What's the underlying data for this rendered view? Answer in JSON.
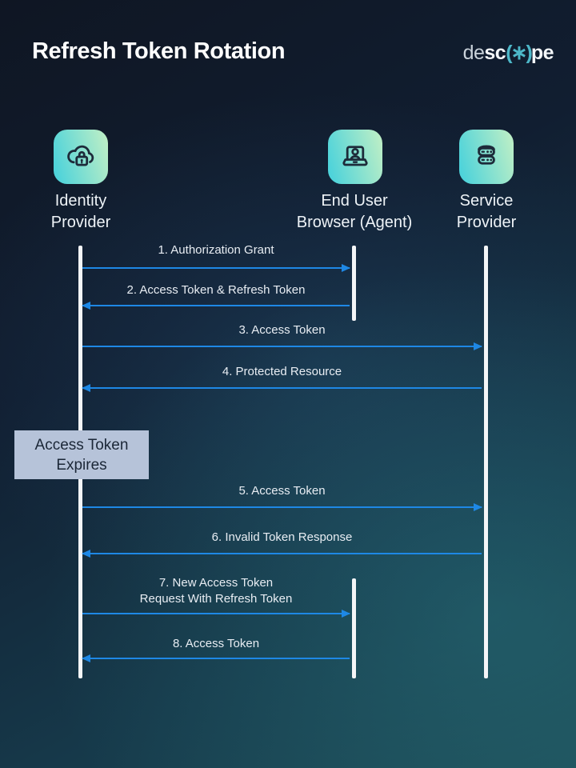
{
  "header": {
    "title": "Refresh Token Rotation",
    "logo": {
      "part_light": "de",
      "part_bold1": "sc",
      "icon": "(∗)",
      "part_bold2": "pe"
    }
  },
  "actors": [
    {
      "id": "identity-provider",
      "icon": "cloud-lock-icon",
      "lines": [
        "Identity",
        "Provider"
      ]
    },
    {
      "id": "end-user-browser",
      "icon": "laptop-user-icon",
      "lines": [
        "End User",
        "Browser (Agent)"
      ]
    },
    {
      "id": "service-provider",
      "icon": "server-icon",
      "lines": [
        "Service",
        "Provider"
      ]
    }
  ],
  "messages": [
    {
      "step": 1,
      "from": "Identity Provider",
      "to": "End User Browser (Agent)",
      "direction": "right",
      "lines": [
        "1. Authorization Grant"
      ]
    },
    {
      "step": 2,
      "from": "End User Browser (Agent)",
      "to": "Identity Provider",
      "direction": "left",
      "lines": [
        "2. Access Token & Refresh Token"
      ]
    },
    {
      "step": 3,
      "from": "Identity Provider",
      "to": "Service Provider",
      "direction": "right",
      "lines": [
        "3. Access Token"
      ]
    },
    {
      "step": 4,
      "from": "Service Provider",
      "to": "Identity Provider",
      "direction": "left",
      "lines": [
        "4. Protected Resource"
      ]
    },
    {
      "step": 5,
      "from": "Identity Provider",
      "to": "Service Provider",
      "direction": "right",
      "lines": [
        "5. Access Token"
      ]
    },
    {
      "step": 6,
      "from": "Service Provider",
      "to": "Identity Provider",
      "direction": "left",
      "lines": [
        "6. Invalid Token Response"
      ]
    },
    {
      "step": 7,
      "from": "Identity Provider",
      "to": "End User Browser (Agent)",
      "direction": "right",
      "lines": [
        "7. New Access Token",
        "Request With Refresh Token"
      ]
    },
    {
      "step": 8,
      "from": "End User Browser (Agent)",
      "to": "Identity Provider",
      "direction": "left",
      "lines": [
        "8. Access Token"
      ]
    }
  ],
  "note": {
    "lines": [
      "Access Token",
      "Expires"
    ]
  },
  "colors": {
    "arrow": "#1e88e5",
    "lifeline": "#f3f5f7",
    "tile_gradient_start": "#4ed3da",
    "tile_gradient_end": "#bceec6",
    "note_bg": "#b6c3d9",
    "logo_accent": "#4db7c8",
    "background_top": "#0f1623",
    "background_bottom": "#1d4c57"
  }
}
